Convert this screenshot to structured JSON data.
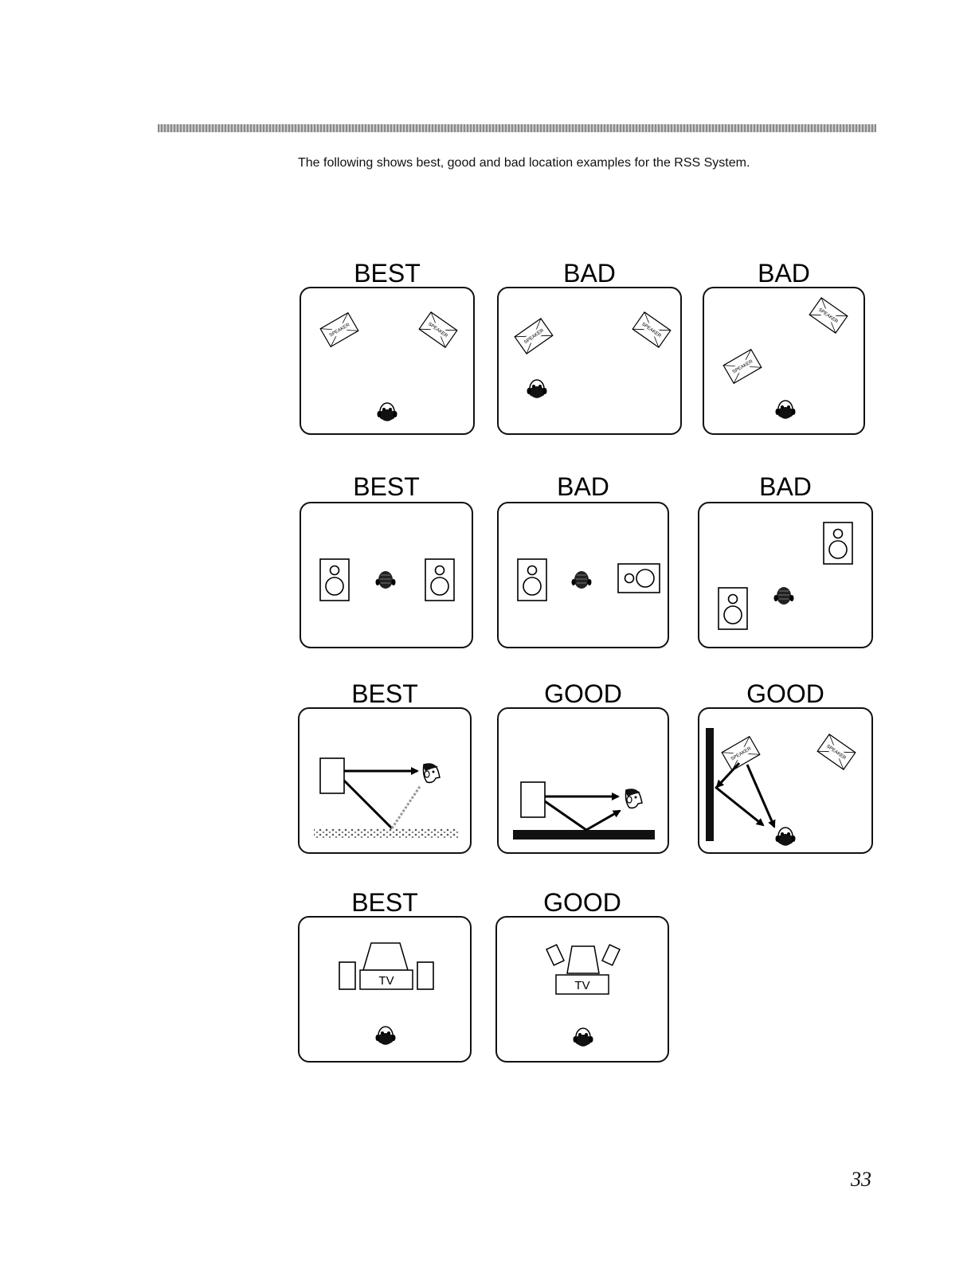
{
  "header": {
    "intro": "The following shows best, good and bad location examples for the RSS System."
  },
  "diagrams": {
    "row1": {
      "a": "BEST",
      "b": "BAD",
      "c": "BAD"
    },
    "row2": {
      "a": "BEST",
      "b": "BAD",
      "c": "BAD"
    },
    "row3": {
      "a": "BEST",
      "b": "GOOD",
      "c": "GOOD"
    },
    "row4": {
      "a": "BEST",
      "b": "GOOD"
    }
  },
  "speaker_text": "SPEAKER",
  "tv_text": "TV",
  "footer": {
    "page_number": "33"
  },
  "icons": [
    "speaker-icon",
    "listener-icon",
    "tv-icon",
    "wall-icon",
    "floor-icon"
  ]
}
